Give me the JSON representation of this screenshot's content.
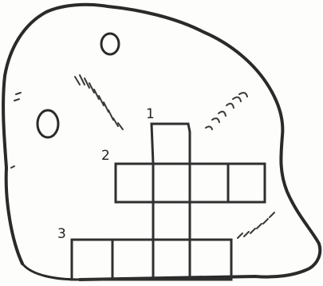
{
  "crossword": {
    "clue_numbers": [
      {
        "label": "1"
      },
      {
        "label": "2"
      },
      {
        "label": "3"
      }
    ]
  }
}
